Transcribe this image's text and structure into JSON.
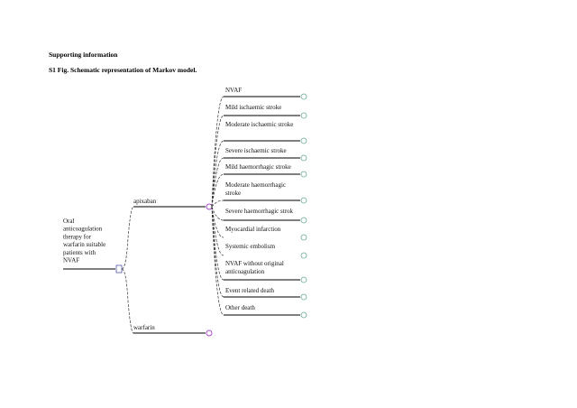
{
  "heading": "Supporting information",
  "caption": "S1 Fig. Schematic representation of Markov model.",
  "root": {
    "lines": [
      "Oral",
      "anticoagulation",
      "therapy for",
      "warfarin suitable",
      "patients with",
      "NVAF"
    ]
  },
  "arms": [
    {
      "label": "apixaban"
    },
    {
      "label": "warfarin"
    }
  ],
  "states": [
    {
      "lines": [
        "NVAF"
      ]
    },
    {
      "lines": [
        "Mild ischaemic stroke"
      ]
    },
    {
      "lines": [
        "Moderate ischaemic stroke"
      ]
    },
    {
      "lines": [
        ""
      ]
    },
    {
      "lines": [
        "Severe ischaemic stroke"
      ]
    },
    {
      "lines": [
        "Mild haemorrhagic stroke"
      ]
    },
    {
      "lines": [
        "Moderate haemorrhagic",
        "stroke"
      ]
    },
    {
      "lines": [
        "Severe haemorrhagic strok"
      ]
    },
    {
      "lines": [
        "Myocardial infarction"
      ]
    },
    {
      "lines": [
        "Systemic embolism"
      ]
    },
    {
      "lines": [
        "NVAF without original",
        "anticoagulation"
      ]
    },
    {
      "lines": [
        "Event related death"
      ]
    },
    {
      "lines": [
        "Other death"
      ]
    }
  ]
}
